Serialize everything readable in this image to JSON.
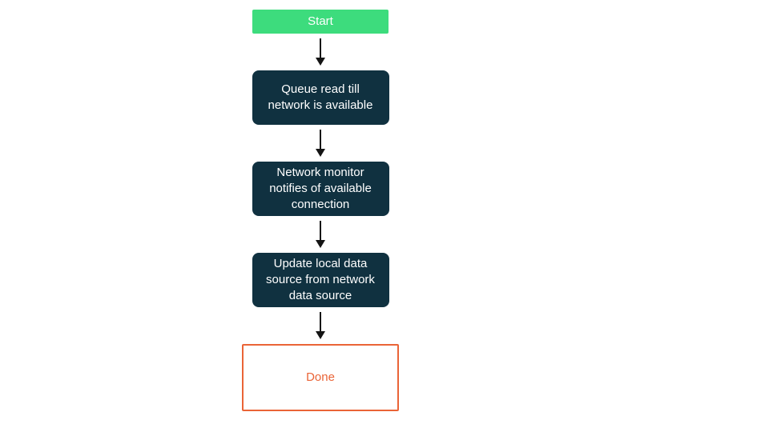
{
  "diagram": {
    "type": "flowchart",
    "direction": "top-down",
    "nodes": [
      {
        "id": "start",
        "label": "Start",
        "shape": "rounded-rect",
        "role": "start"
      },
      {
        "id": "queue-read",
        "label": "Queue read till network is available",
        "shape": "rounded-rect",
        "role": "process"
      },
      {
        "id": "network-monitor",
        "label": "Network monitor notifies of available connection",
        "shape": "rounded-rect",
        "role": "process"
      },
      {
        "id": "update-local",
        "label": "Update local data source from network data source",
        "shape": "rounded-rect",
        "role": "process"
      },
      {
        "id": "done",
        "label": "Done",
        "shape": "outlined-rect",
        "role": "end"
      }
    ],
    "edges": [
      {
        "from": "start",
        "to": "queue-read"
      },
      {
        "from": "queue-read",
        "to": "network-monitor"
      },
      {
        "from": "network-monitor",
        "to": "update-local"
      },
      {
        "from": "update-local",
        "to": "done"
      }
    ],
    "colors": {
      "start_fill": "#3ddc7d",
      "start_text": "#ffffff",
      "process_fill": "#103140",
      "process_text": "#ffffff",
      "done_border": "#ea6437",
      "done_text": "#ea6437",
      "arrow": "#141414",
      "background": "#ffffff"
    }
  }
}
